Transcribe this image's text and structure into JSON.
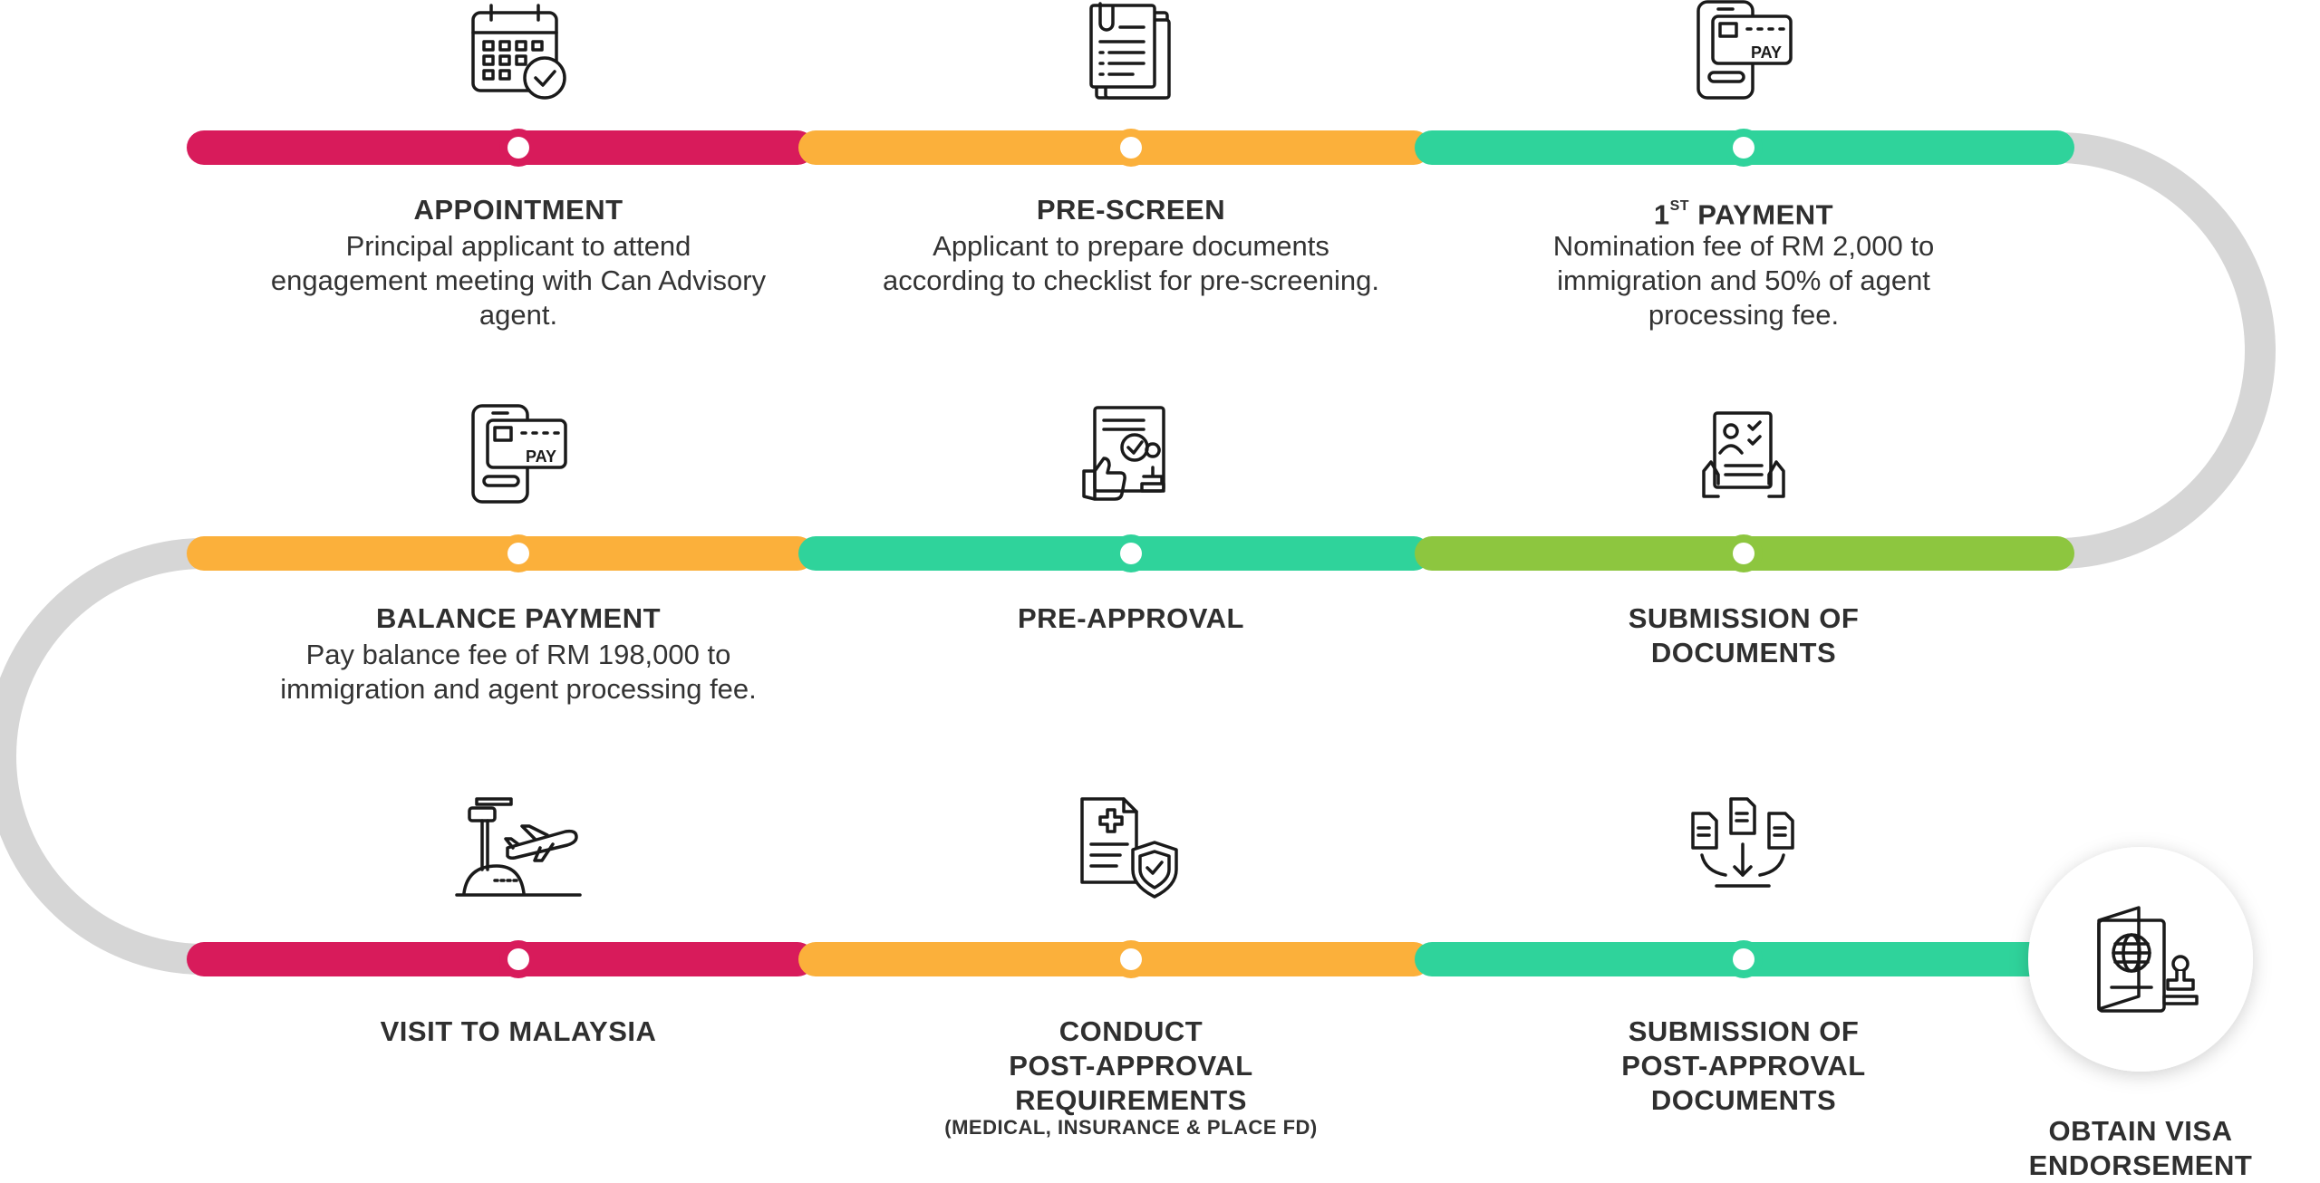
{
  "colors": {
    "crimson": "#d81b5b",
    "orange": "#fbb03b",
    "teal": "#2fd39b",
    "lime": "#8dc63f",
    "track_gray": "#d6d6d6"
  },
  "rows": [
    {
      "steps": [
        {
          "title": "APPOINTMENT",
          "description": "Principal applicant to attend engagement meeting with Can Advisory agent.",
          "icon": "calendar-check-icon",
          "color": "crimson"
        },
        {
          "title": "PRE-SCREEN",
          "description": "Applicant to prepare documents according to checklist for pre-screening.",
          "icon": "documents-checklist-icon",
          "color": "orange"
        },
        {
          "title_main": "1",
          "title_sup": "ST",
          "title_rest": " PAYMENT",
          "description": "Nomination fee of RM 2,000 to immigration and 50% of agent processing fee.",
          "icon": "mobile-pay-icon",
          "color": "teal"
        }
      ]
    },
    {
      "steps": [
        {
          "title": "BALANCE PAYMENT",
          "description": "Pay balance fee of RM 198,000 to immigration and agent processing fee.",
          "icon": "mobile-pay-icon",
          "color": "orange"
        },
        {
          "title": "PRE-APPROVAL",
          "description": "",
          "icon": "approved-document-icon",
          "color": "teal"
        },
        {
          "title": "SUBMISSION OF\nDOCUMENTS",
          "description": "",
          "icon": "resume-submission-icon",
          "color": "lime"
        }
      ]
    },
    {
      "steps": [
        {
          "title": "VISIT TO MALAYSIA",
          "description": "",
          "icon": "airport-plane-icon",
          "color": "crimson"
        },
        {
          "title": "CONDUCT\nPOST-APPROVAL\nREQUIREMENTS",
          "subtitle": "(MEDICAL, INSURANCE & PLACE FD)",
          "description": "",
          "icon": "medical-insurance-icon",
          "color": "orange"
        },
        {
          "title": "SUBMISSION OF\nPOST-APPROVAL\nDOCUMENTS",
          "description": "",
          "icon": "documents-download-icon",
          "color": "teal"
        }
      ]
    }
  ],
  "final_step": {
    "title": "OBTAIN VISA\nENDORSEMENT",
    "icon": "passport-stamp-icon"
  }
}
